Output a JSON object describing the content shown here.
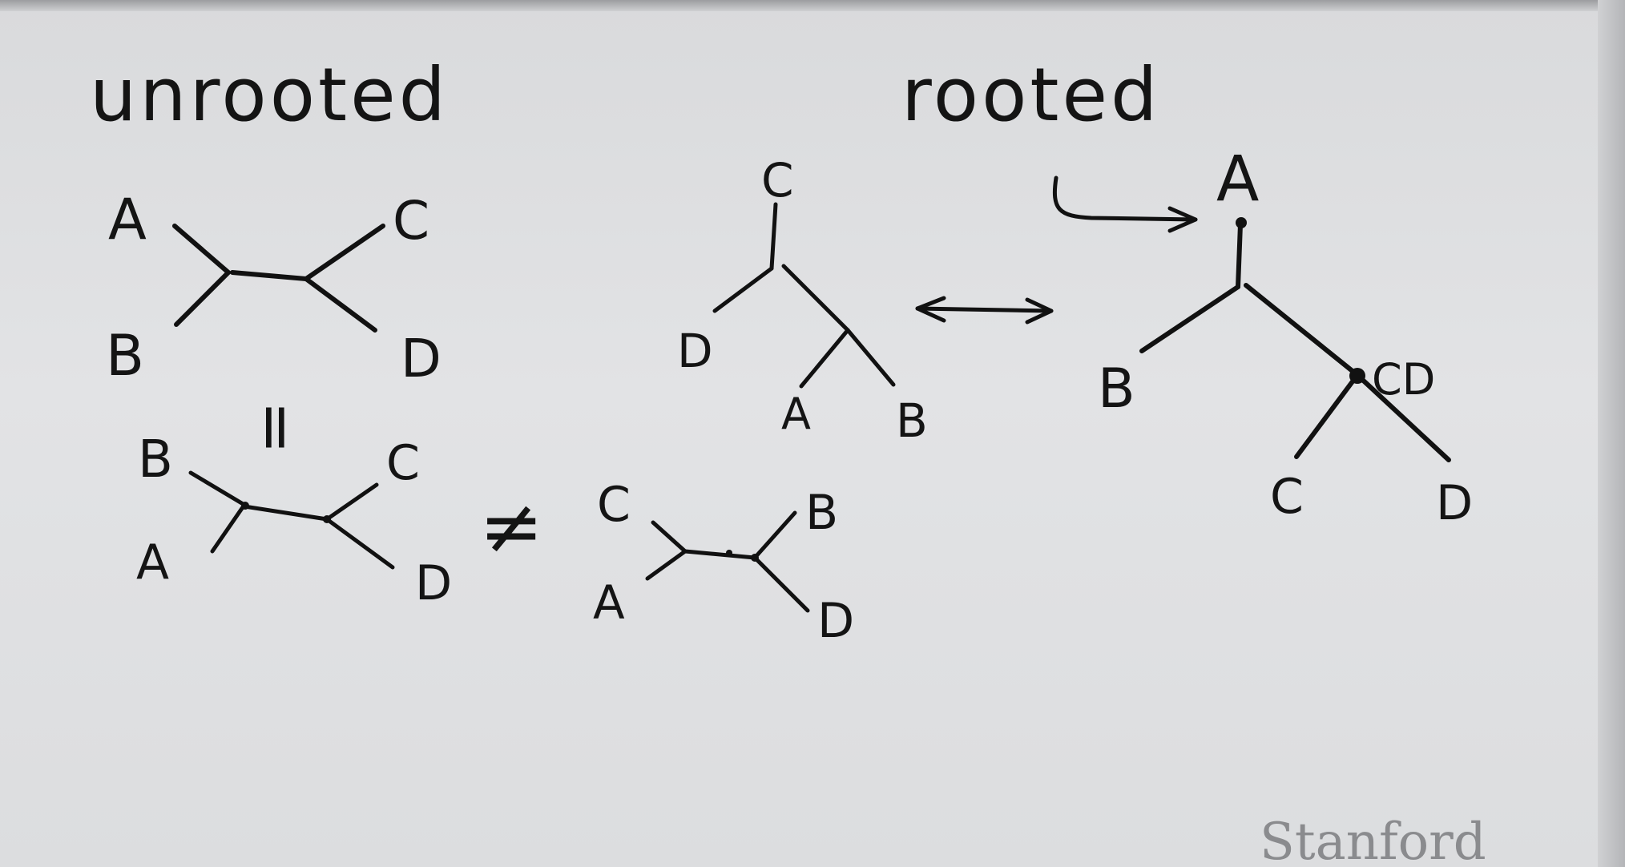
{
  "headings": {
    "unrooted": "unrooted",
    "rooted": "rooted"
  },
  "relations": {
    "equals": "=",
    "not_equal": "≠",
    "double_arrow": "↔",
    "curved_arrow": "↪"
  },
  "unrooted_tree_1": {
    "labels": [
      "A",
      "B",
      "C",
      "D"
    ]
  },
  "unrooted_tree_2": {
    "labels": [
      "B",
      "A",
      "C",
      "D"
    ]
  },
  "unrooted_tree_3": {
    "labels": [
      "C",
      "A",
      "B",
      "D"
    ]
  },
  "rooted_tree_1": {
    "labels": [
      "C",
      "D",
      "A",
      "B"
    ]
  },
  "rooted_tree_2": {
    "labels": [
      "A",
      "B",
      "CD",
      "C",
      "D"
    ]
  },
  "logo": {
    "text": "Stanford"
  },
  "colors": {
    "ink": "#111111",
    "board": "#e0e1e3",
    "logo": "#8a8b8e"
  }
}
